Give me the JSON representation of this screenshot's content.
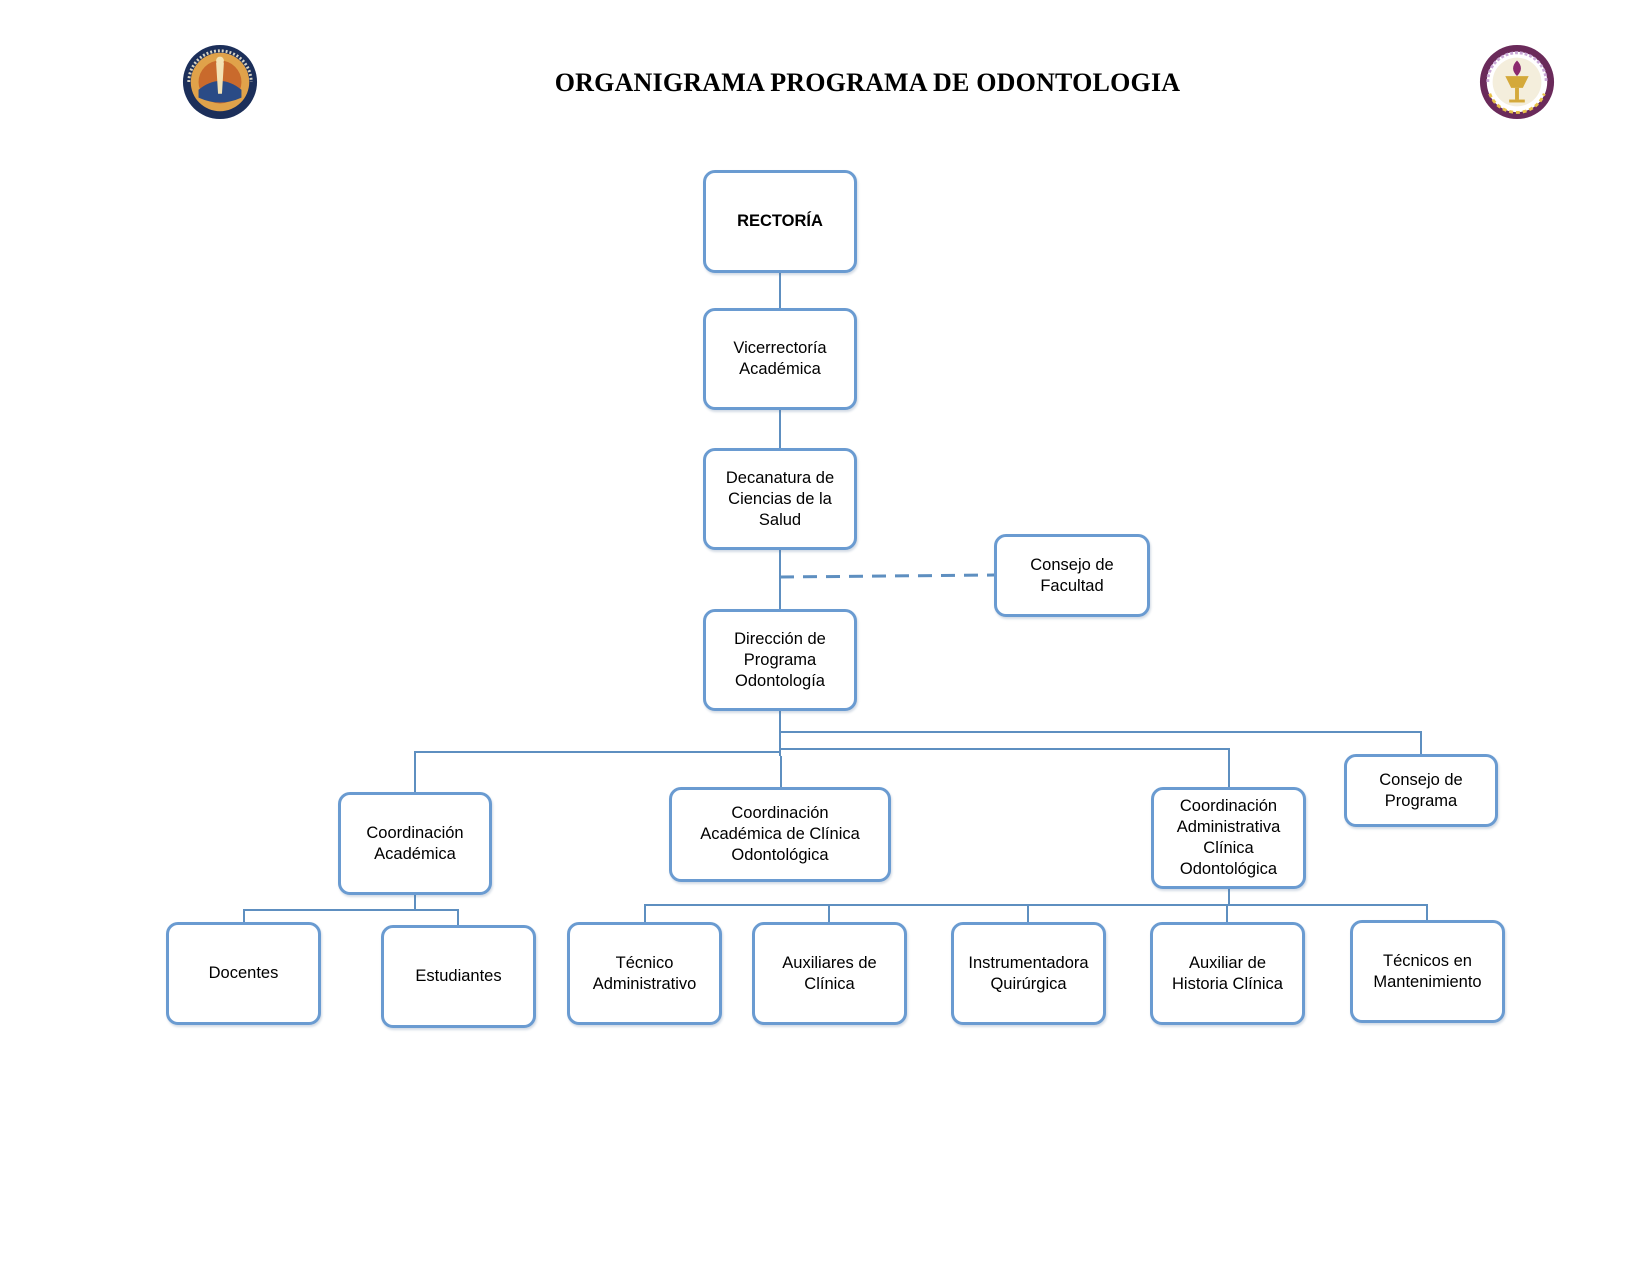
{
  "title": "ORGANIGRAMA PROGRAMA DE ODONTOLOGIA",
  "colors": {
    "box_border": "#6a9bd1",
    "connector": "#5e8fc0",
    "text": "#000000"
  },
  "nodes": {
    "rectoria": "RECTORÍA",
    "vicerrectoria": "Vicerrectoría\nAcadémica",
    "decanatura": "Decanatura de\nCiencias de la\nSalud",
    "consejo_facultad": "Consejo de\nFacultad",
    "direccion": "Dirección de\nPrograma\nOdontología",
    "coord_academica": "Coordinación\nAcadémica",
    "coord_clinica": "Coordinación\nAcadémica de Clínica\nOdontológica",
    "coord_administrativa": "Coordinación\nAdministrativa\nClínica\nOdontológica",
    "consejo_programa": "Consejo de\nPrograma",
    "docentes": "Docentes",
    "estudiantes": "Estudiantes",
    "tecnico_administrativo": "Técnico\nAdministrativo",
    "auxiliares_clinica": "Auxiliares de\nClínica",
    "instrumentadora": "Instrumentadora\nQuirúrgica",
    "auxiliar_historia": "Auxiliar de\nHistoria Clínica",
    "tecnicos_mantenimiento": "Técnicos en\nMantenimiento"
  },
  "logos": {
    "left": {
      "icon": "university-seal-icon"
    },
    "right": {
      "icon": "dental-faculty-seal-icon"
    }
  }
}
